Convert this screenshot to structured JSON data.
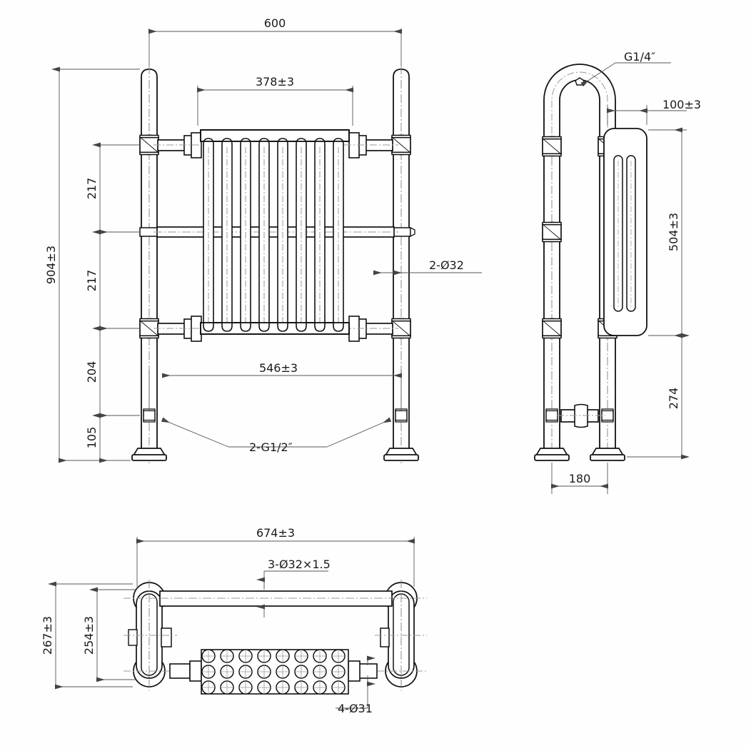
{
  "drawing": {
    "title": "Traditional Towel Rail Radiator Technical Drawing",
    "sheet_background": "#fefefe",
    "line_color": "#1a1a1a",
    "dim_line_color": "#555555",
    "hatch_color": "#2b2b2b"
  },
  "views": {
    "front": {
      "name": "front-elevation",
      "radiator_fin_count": 8,
      "dimensions": {
        "overall_width": "600",
        "radiator_width": "378±3",
        "overall_height": "904±3",
        "upper_bar_gap": "217",
        "mid_bar_gap": "217",
        "lower_gap": "204",
        "foot_height": "105",
        "foot_spacing": "546±3"
      },
      "callouts": {
        "post_diameter": "2-Ø32",
        "inlet_thread": "2-G1/2″"
      }
    },
    "side": {
      "name": "side-elevation",
      "dimensions": {
        "top_offset": "100±3",
        "panel_height": "504±3",
        "leg_height": "274",
        "foot_spacing": "180"
      },
      "callouts": {
        "vent_thread": "G1/4″"
      }
    },
    "plan": {
      "name": "plan-view",
      "radiator_fin_count": 8,
      "fin_rows": 3,
      "dimensions": {
        "overall_length": "674±3",
        "overall_depth": "267±3",
        "inner_depth": "254±3"
      },
      "callouts": {
        "tube_spec": "3-Ø32×1.5",
        "hole_spec": "4-Ø31"
      }
    }
  },
  "labels": {
    "d600": "600",
    "d378": "378±3",
    "d904": "904±3",
    "d217a": "217",
    "d217b": "217",
    "d204": "204",
    "d105": "105",
    "d546": "546±3",
    "c_2o32": "2-Ø32",
    "c_2g12": "2-G1/2″",
    "c_g14": "G1/4″",
    "d100": "100±3",
    "d504": "504±3",
    "d274": "274",
    "d180": "180",
    "d674": "674±3",
    "d267": "267±3",
    "d254": "254±3",
    "c_3o32": "3-Ø32×1.5",
    "c_4o31": "4-Ø31"
  }
}
